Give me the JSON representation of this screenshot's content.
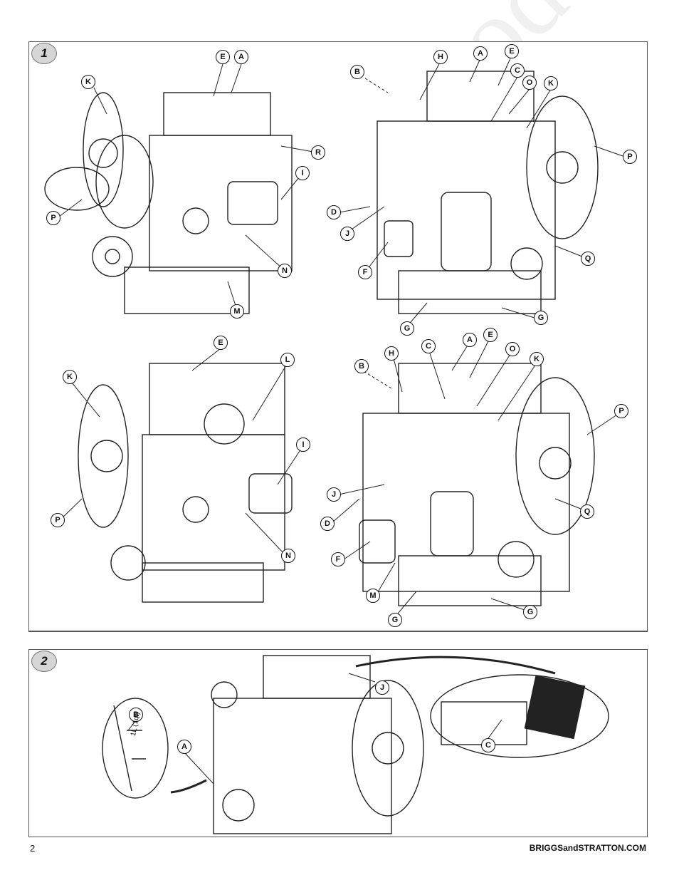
{
  "figures": [
    {
      "id": "1"
    },
    {
      "id": "2"
    }
  ],
  "figure1": {
    "callouts": [
      {
        "id": "c1-E",
        "label": "E"
      },
      {
        "id": "c1-A",
        "label": "A"
      },
      {
        "id": "c1-K",
        "label": "K"
      },
      {
        "id": "c1-R",
        "label": "R"
      },
      {
        "id": "c1-I",
        "label": "I"
      },
      {
        "id": "c1-P",
        "label": "P"
      },
      {
        "id": "c1-N",
        "label": "N"
      },
      {
        "id": "c1-M",
        "label": "M"
      },
      {
        "id": "c2-B",
        "label": "B"
      },
      {
        "id": "c2-H",
        "label": "H"
      },
      {
        "id": "c2-A",
        "label": "A"
      },
      {
        "id": "c2-E",
        "label": "E"
      },
      {
        "id": "c2-C",
        "label": "C"
      },
      {
        "id": "c2-O",
        "label": "O"
      },
      {
        "id": "c2-K",
        "label": "K"
      },
      {
        "id": "c2-P",
        "label": "P"
      },
      {
        "id": "c2-D",
        "label": "D"
      },
      {
        "id": "c2-J",
        "label": "J"
      },
      {
        "id": "c2-F",
        "label": "F"
      },
      {
        "id": "c2-Q",
        "label": "Q"
      },
      {
        "id": "c2-G1",
        "label": "G"
      },
      {
        "id": "c2-G2",
        "label": "G"
      },
      {
        "id": "c3-E",
        "label": "E"
      },
      {
        "id": "c3-L",
        "label": "L"
      },
      {
        "id": "c3-K",
        "label": "K"
      },
      {
        "id": "c3-I",
        "label": "I"
      },
      {
        "id": "c3-P",
        "label": "P"
      },
      {
        "id": "c3-N",
        "label": "N"
      },
      {
        "id": "c4-B",
        "label": "B"
      },
      {
        "id": "c4-H",
        "label": "H"
      },
      {
        "id": "c4-C",
        "label": "C"
      },
      {
        "id": "c4-A",
        "label": "A"
      },
      {
        "id": "c4-E",
        "label": "E"
      },
      {
        "id": "c4-O",
        "label": "O"
      },
      {
        "id": "c4-K",
        "label": "K"
      },
      {
        "id": "c4-P",
        "label": "P"
      },
      {
        "id": "c4-J",
        "label": "J"
      },
      {
        "id": "c4-Q",
        "label": "Q"
      },
      {
        "id": "c4-D",
        "label": "D"
      },
      {
        "id": "c4-F",
        "label": "F"
      },
      {
        "id": "c4-M",
        "label": "M"
      },
      {
        "id": "c4-G1",
        "label": "G"
      },
      {
        "id": "c4-G2",
        "label": "G"
      }
    ]
  },
  "figure2": {
    "callouts": [
      {
        "id": "f2-B",
        "label": "B"
      },
      {
        "id": "f2-A",
        "label": "A"
      },
      {
        "id": "f2-J",
        "label": "J"
      },
      {
        "id": "f2-C",
        "label": "C"
      }
    ],
    "dipstick_quantity": "1L (1qt)"
  },
  "watermark": "Not for Reproduction",
  "footer": {
    "page_number": "2",
    "website": "BRIGGSandSTRATTON.COM"
  }
}
